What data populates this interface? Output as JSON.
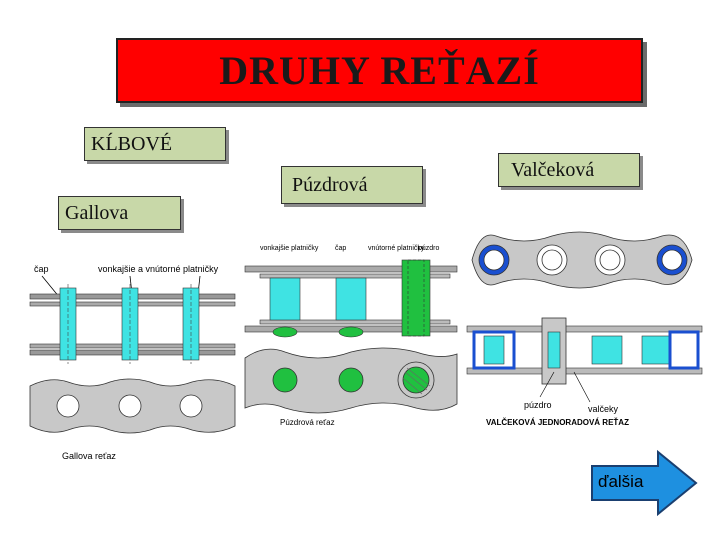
{
  "title": "DRUHY REŤAZÍ",
  "labels": {
    "klbove": "KĹBOVÉ",
    "gallova": "Gallova",
    "puzdrova": "Púzdrová",
    "valcekova": "Valčeková"
  },
  "figure_left": {
    "cap": "čap",
    "plates": "vonkajšie a vnútorné platničky",
    "caption": "Gallova reťaz"
  },
  "figure_middle": {
    "outer_plates": "vonkajšie platničky",
    "cap": "čap",
    "inner_plates": "vnútorné platničky",
    "bushing": "púzdro",
    "caption": "Púzdrová reťaz"
  },
  "figure_right": {
    "bushing": "púzdro",
    "rollers": "valčeky",
    "caption": "VALČEKOVÁ JEDNORADOVÁ REŤAZ"
  },
  "next_button": "ďalšia",
  "colors": {
    "title_bg": "#ff0000",
    "label_bg": "#c8d8a8",
    "cyan": "#3fe3e3",
    "green": "#20c040",
    "blue": "#1a4fd0",
    "plate_gray": "#c8c8c8"
  }
}
